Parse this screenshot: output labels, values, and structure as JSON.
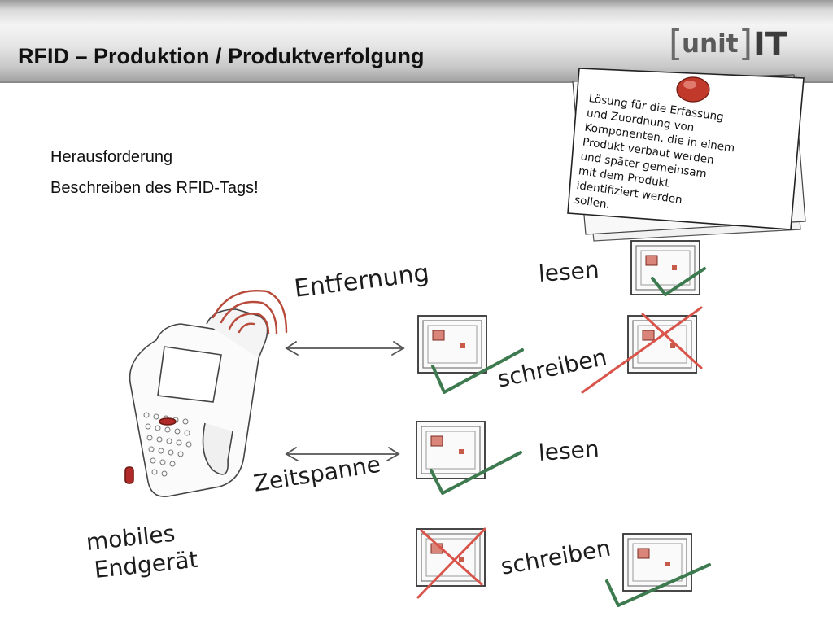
{
  "header": {
    "title": "RFID – Produktion / Produktverfolgung",
    "logo": {
      "open_bracket": "[",
      "unit": "unit",
      "close_bracket": "]",
      "it": "IT"
    }
  },
  "content": {
    "line1": "Herausforderung",
    "line2": "Beschreiben des RFID-Tags!"
  },
  "note": {
    "lines": [
      "Lösung für die Erfassung",
      "und Zuordnung von",
      "Komponenten, die in einem",
      "Produkt verbaut werden",
      "und später gemeinsam",
      "mit dem Produkt",
      "identifiziert werden",
      "sollen."
    ]
  },
  "illustration": {
    "distance_label": "Entfernung",
    "timespan_label": "Zeitspanne",
    "device_label_line1": "mobiles",
    "device_label_line2": "Endgerät",
    "read_label_top": "lesen",
    "write_label_top": "schreiben",
    "read_label_bottom": "lesen",
    "write_label_bottom": "schreiben"
  },
  "colors": {
    "check": "#3d7a4f",
    "cross": "#d9544a",
    "signal": "#b84a3a",
    "pin": "#c0392b"
  }
}
